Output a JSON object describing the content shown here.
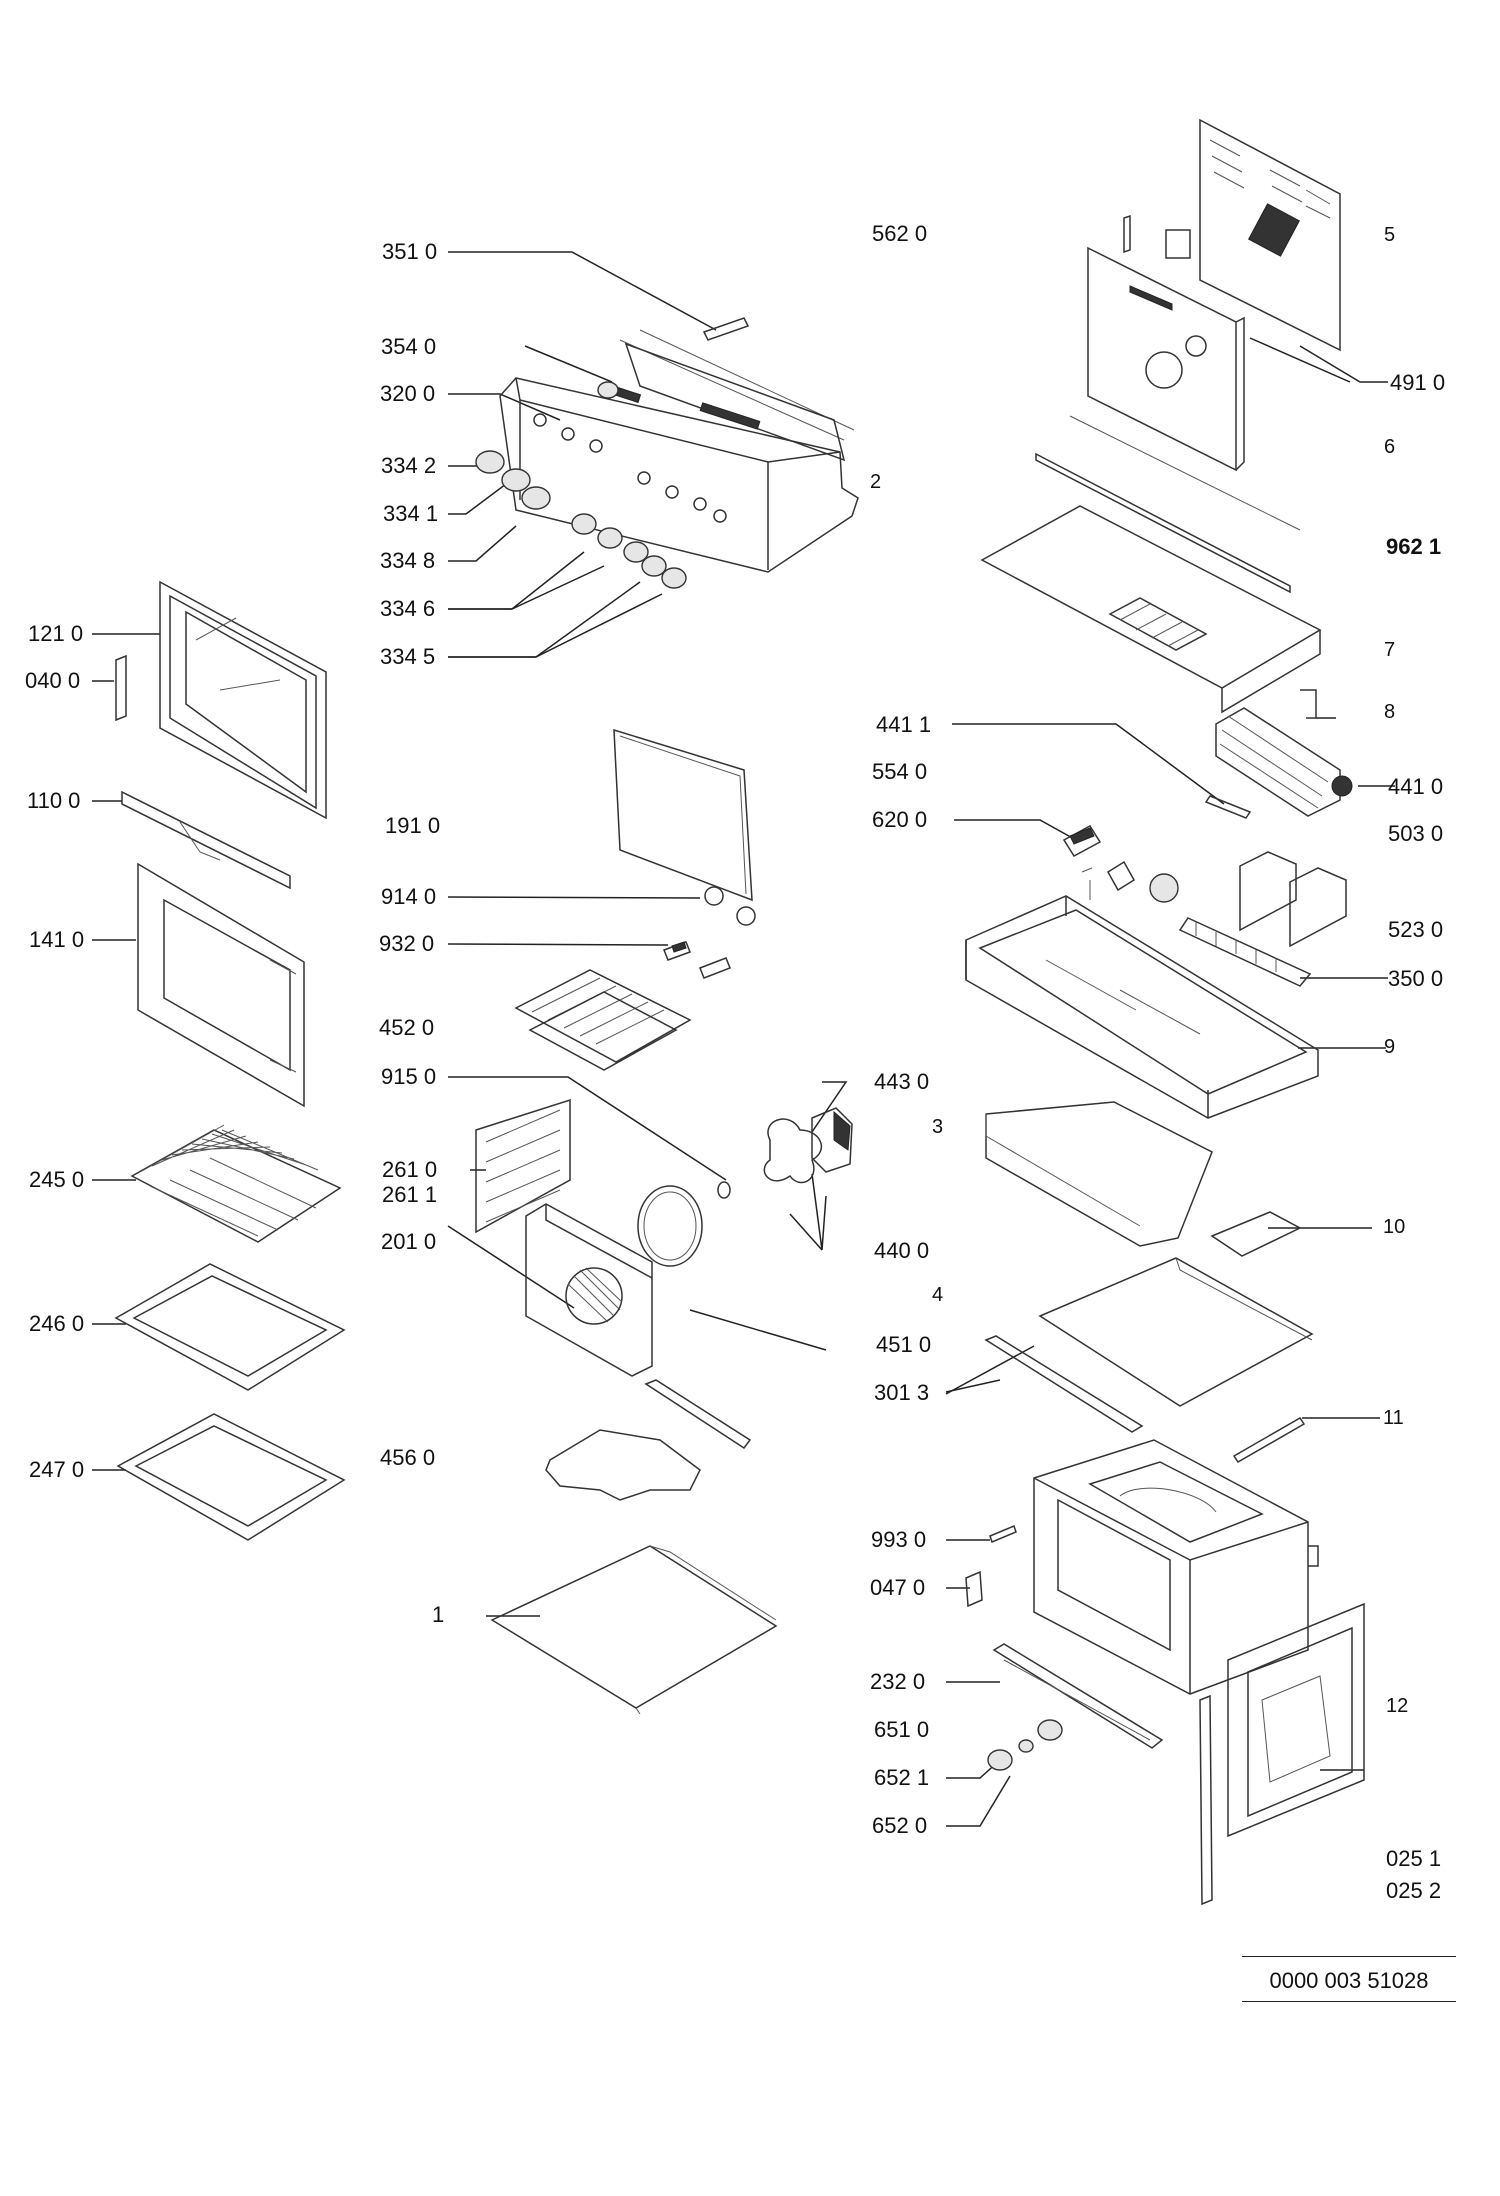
{
  "doc_number": "0000 003 51028",
  "labels": {
    "l_3510": "351 0",
    "l_3540": "354 0",
    "l_3200": "320 0",
    "l_3342": "334 2",
    "l_3341": "334 1",
    "l_3348": "334 8",
    "l_3346": "334 6",
    "l_3345": "334 5",
    "l_1210": "121 0",
    "l_0400": "040 0",
    "l_1100": "110 0",
    "l_1410": "141 0",
    "l_2450": "245 0",
    "l_2460": "246 0",
    "l_2470": "247 0",
    "l_1910": "191 0",
    "l_9140": "914 0",
    "l_9320": "932 0",
    "l_4520": "452 0",
    "l_9150": "915 0",
    "l_2610": "261 0",
    "l_2611": "261 1",
    "l_2010": "201 0",
    "l_4560": "456 0",
    "l_1": "1",
    "l_5620": "562 0",
    "l_5": "5",
    "l_4910": "491 0",
    "l_2": "2",
    "l_6": "6",
    "l_9621": "962 1",
    "l_7": "7",
    "l_8": "8",
    "l_4411": "441 1",
    "l_5540": "554 0",
    "l_4410": "441 0",
    "l_6200": "620 0",
    "l_5030": "503 0",
    "l_5230": "523 0",
    "l_3500": "350 0",
    "l_9": "9",
    "l_4430": "443 0",
    "l_3": "3",
    "l_4400": "440 0",
    "l_10": "10",
    "l_4": "4",
    "l_4510": "451 0",
    "l_3013": "301 3",
    "l_11": "11",
    "l_9930": "993 0",
    "l_0470": "047 0",
    "l_2320": "232 0",
    "l_6510": "651 0",
    "l_6521": "652 1",
    "l_6520": "652 0",
    "l_12": "12",
    "l_0251": "025 1",
    "l_0252": "025 2"
  }
}
